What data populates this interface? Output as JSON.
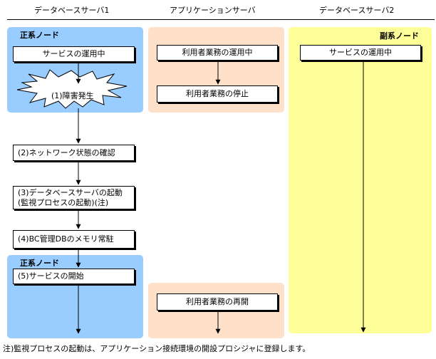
{
  "headers": {
    "db1": "データベースサーバ1",
    "app": "アプリケーションサーバ",
    "db2": "データベースサーバ2"
  },
  "panels": {
    "primary_top_label": "正系ノード",
    "primary_bottom_label": "正系ノード",
    "secondary_label": "副系ノード"
  },
  "steps": {
    "db1_service_running": "サービスの運用中",
    "failure": "(1)障害発生",
    "network_check": "(2)ネットワーク状態の確認",
    "db_start_line1": "(3)データベースサーバの起動",
    "db_start_line2": "(監視プロセスの起動)(注)",
    "bc_resident": "(4)BC管理DBのメモリ常駐",
    "service_start": "(5)サービスの開始",
    "app_running": "利用者業務の運用中",
    "app_stopped": "利用者業務の停止",
    "app_resumed": "利用者業務の再開",
    "db2_service_running": "サービスの運用中"
  },
  "note": "注)監視プロセスの起動は、アプリケーション接続環境の開設プロシジャに登録します。",
  "colors": {
    "primary_panel": "#99ccff",
    "app_panel": "#ffe0c8",
    "secondary_panel": "#ffff99"
  }
}
